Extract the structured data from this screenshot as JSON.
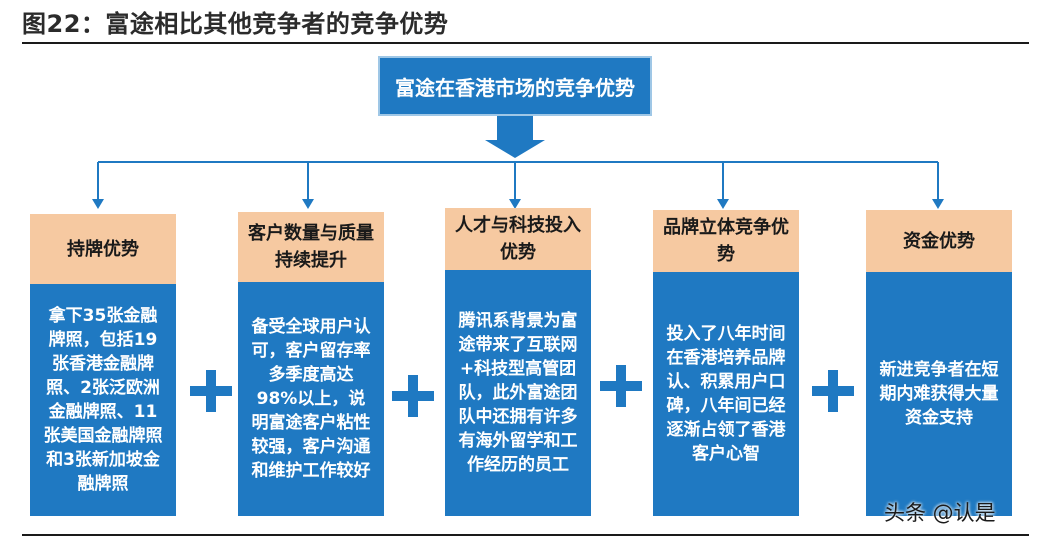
{
  "figure": {
    "title": "图22：富途相比其他竞争者的竞争优势"
  },
  "root": {
    "label": "富途在香港市场的竞争优势"
  },
  "columns": [
    {
      "header": "持牌优势",
      "body": "拿下35张金融牌照，包括19张香港金融牌照、2张泛欧洲金融牌照、11张美国金融牌照和3张新加坡金融牌照"
    },
    {
      "header": "客户数量与质量持续提升",
      "body": "备受全球用户认可，客户留存率多季度高达98%以上，说明富途客户粘性较强，客户沟通和维护工作较好"
    },
    {
      "header": "人才与科技投入优势",
      "body": "腾讯系背景为富途带来了互联网+科技型高管团队，此外富途团队中还拥有许多有海外留学和工作经历的员工"
    },
    {
      "header": "品牌立体竞争优势",
      "body": "投入了八年时间在香港培养品牌认、积累用户口碑，八年间已经逐渐占领了香港客户心智"
    },
    {
      "header": "资金优势",
      "body": "新进竞争者在短期内难获得大量资金支持"
    }
  ],
  "watermark": {
    "text": "头条 @认是"
  },
  "colors": {
    "box_blue": "#1f79c2",
    "header_peach": "#f6c9a1",
    "text_white": "#ffffff"
  }
}
